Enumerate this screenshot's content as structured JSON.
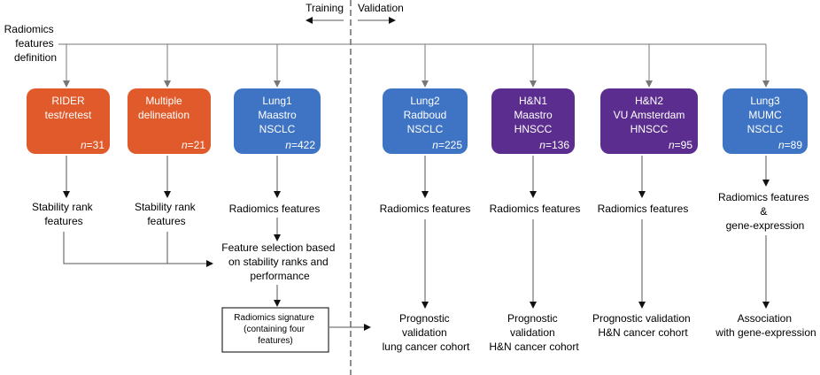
{
  "header": {
    "training": "Training",
    "validation": "Validation"
  },
  "definition": [
    "Radiomics",
    "features",
    "definition"
  ],
  "cohorts": [
    {
      "lines": [
        "RIDER",
        "test/retest"
      ],
      "n": "31",
      "color": "#E05A2B"
    },
    {
      "lines": [
        "Multiple",
        "delineation"
      ],
      "n": "21",
      "color": "#E05A2B"
    },
    {
      "lines": [
        "Lung1",
        "Maastro",
        "NSCLC"
      ],
      "n": "422",
      "color": "#3F74C4"
    },
    {
      "lines": [
        "Lung2",
        "Radboud",
        "NSCLC"
      ],
      "n": "225",
      "color": "#3F74C4"
    },
    {
      "lines": [
        "H&N1",
        "Maastro",
        "HNSCC"
      ],
      "n": "136",
      "color": "#5B2D8E"
    },
    {
      "lines": [
        "H&N2",
        "VU Amsterdam",
        "HNSCC"
      ],
      "n": "95",
      "color": "#5B2D8E"
    },
    {
      "lines": [
        "Lung3",
        "MUMC",
        "NSCLC"
      ],
      "n": "89",
      "color": "#3F74C4"
    }
  ],
  "n_prefix": "n",
  "n_eq": "=",
  "steps": {
    "stability_rider": [
      "Stability rank",
      "features"
    ],
    "stability_multi": [
      "Stability rank",
      "features"
    ],
    "radiomics_lung1": "Radiomics features",
    "feature_selection": [
      "Feature selection based",
      "on stability ranks and",
      "performance"
    ],
    "signature": [
      "Radiomics signature",
      "(containing four",
      "features)"
    ],
    "radiomics_lung2": "Radiomics features",
    "radiomics_hn1": "Radiomics features",
    "radiomics_hn2": "Radiomics features",
    "radiomics_lung3": [
      "Radiomics features",
      "&",
      "gene-expression"
    ]
  },
  "outcomes": {
    "lung2": [
      "Prognostic",
      "validation",
      "lung cancer cohort"
    ],
    "hn1": [
      "Prognostic",
      "validation",
      "H&N cancer cohort"
    ],
    "hn2": [
      "Prognostic validation",
      "H&N cancer cohort"
    ],
    "lung3": [
      "Association",
      "with gene-expression"
    ]
  }
}
